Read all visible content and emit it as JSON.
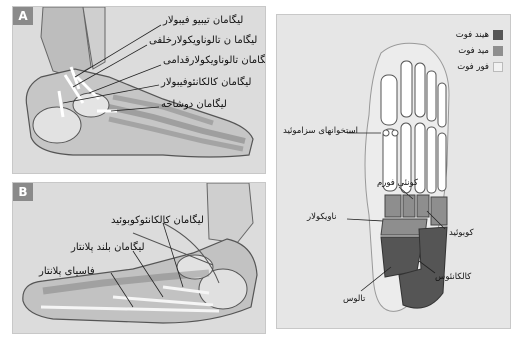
{
  "panel_a": {
    "badge": "A",
    "labels": {
      "tibiofibular": "لیگامان تیبیو فیبولار",
      "talofibular_posterior": "لیگاما ن تالوناویکولارخلفی",
      "talofibular_anterior": "لیگامان تالوناویکولارقدامی",
      "calcaneofibular": "لیگامان کالکانئوفیبولار",
      "bifurcate": "لیگامان دوشاخه"
    }
  },
  "panel_b": {
    "badge": "B",
    "labels": {
      "calcaneocuboid": "لیگامان کالکانئوکوبوئید",
      "long_plantar": "لیگامان بلند پلانتار",
      "plantar_fascia": "فاسیای پلانتار"
    }
  },
  "panel_right": {
    "legend": [
      {
        "label": "هیند فوت",
        "color": "#555555"
      },
      {
        "label": "مید فوت",
        "color": "#8e8e8e"
      },
      {
        "label": "فور فوت",
        "color": "#f2f2f2"
      }
    ],
    "labels": {
      "sesamoid": "استخوانهای سزاموئید",
      "cuneiform": "کونئی فورم",
      "navicular": "ناویکولار",
      "cuboid": "کوبوئید",
      "talus": "تالوس",
      "calcaneus": "کالکانئوس"
    }
  }
}
